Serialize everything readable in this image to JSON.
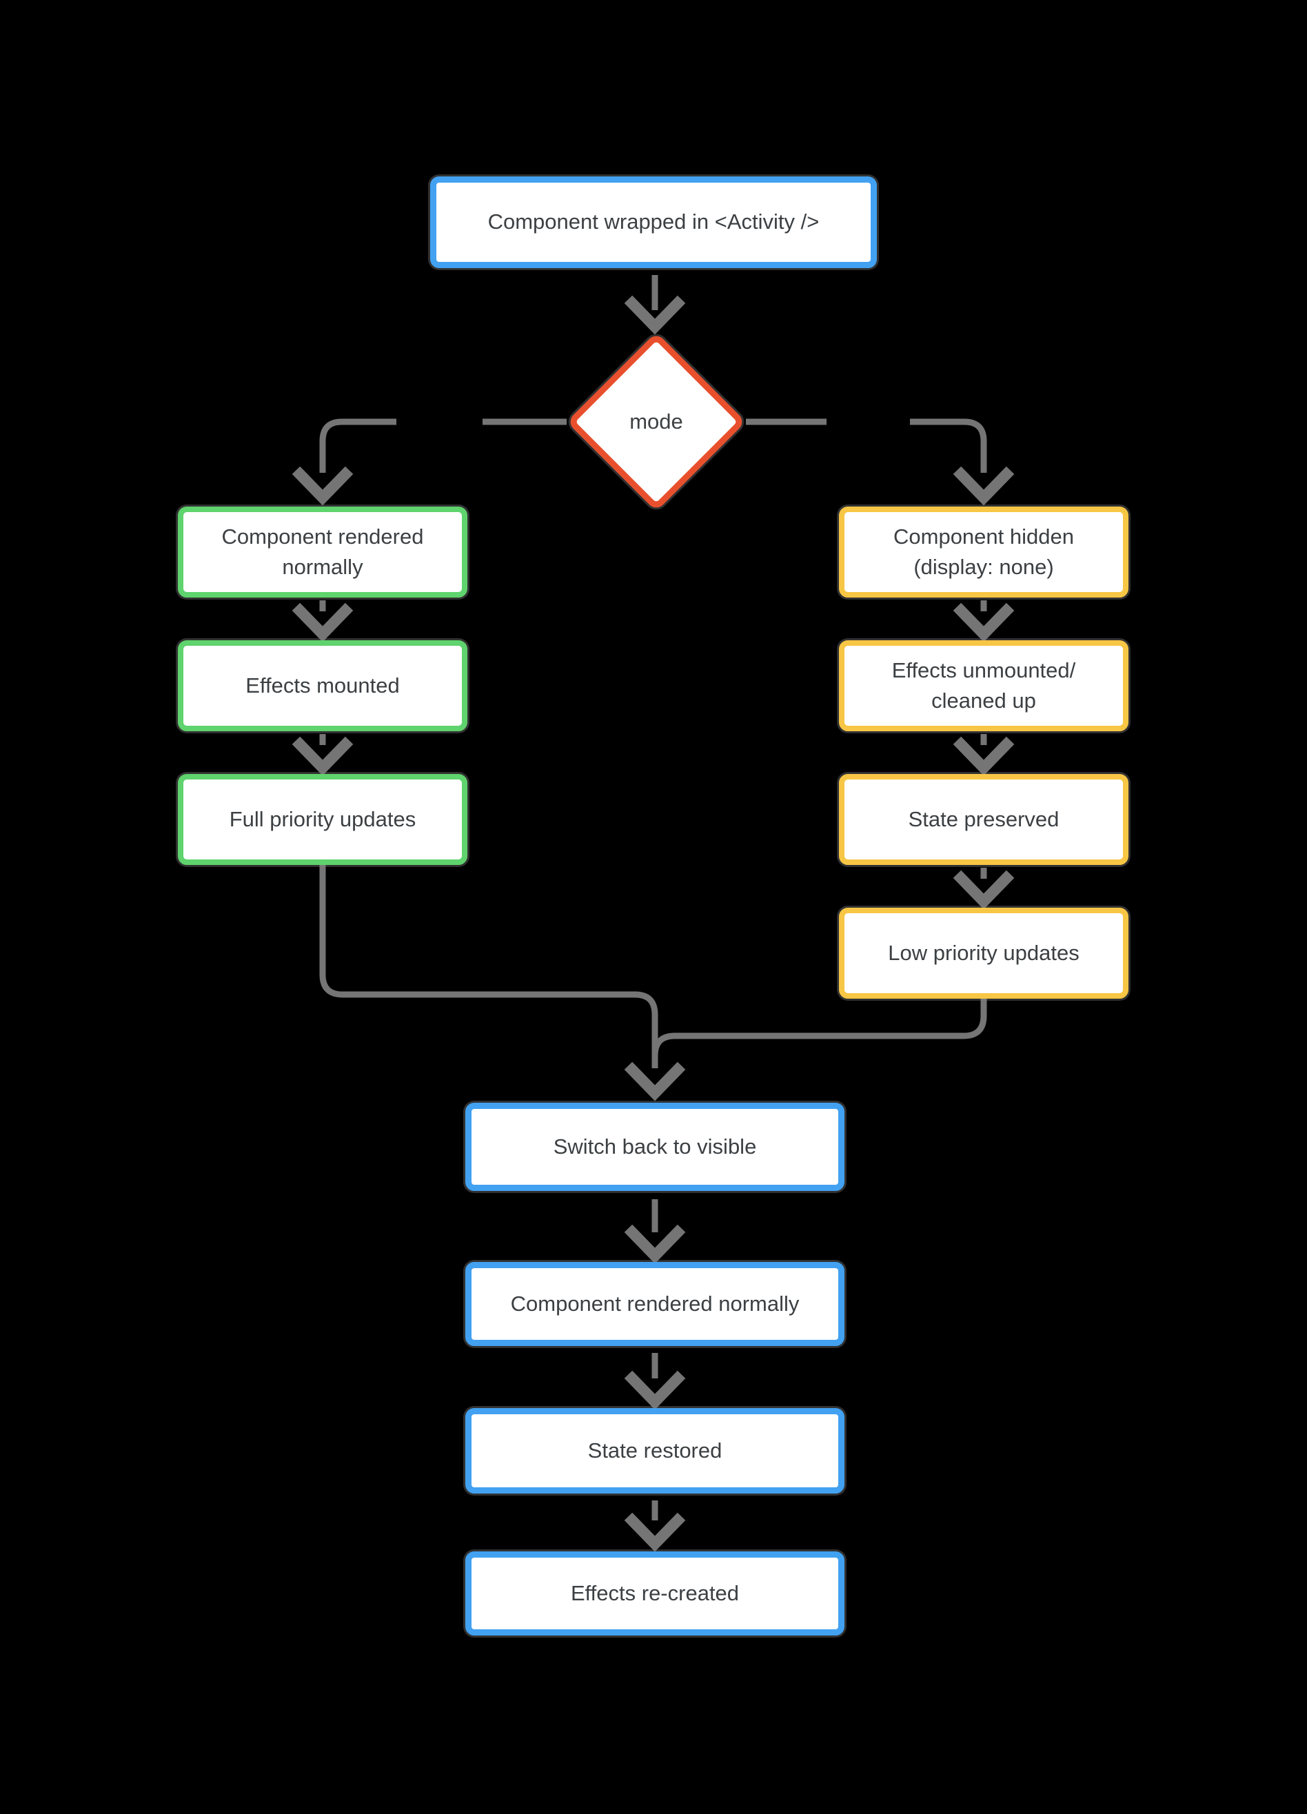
{
  "colors": {
    "bg": "#000000",
    "node-bg": "#ffffff",
    "text": "#3c4043",
    "edge": "#757575",
    "blue": "#42a1f1",
    "green": "#5fd36d",
    "yellow": "#f8c645",
    "red": "#e8502d",
    "halo": "rgba(128,128,128,0.38)"
  },
  "nodes": {
    "start": {
      "label": "Component wrapped in <Activity />"
    },
    "mode": {
      "label": "mode"
    },
    "visible1": {
      "label": "Component rendered normally"
    },
    "visible2": {
      "label": "Effects mounted"
    },
    "visible3": {
      "label": "Full priority updates"
    },
    "hidden1": {
      "label": "Component hidden (display: none)"
    },
    "hidden2": {
      "label": "Effects unmounted/ cleaned up"
    },
    "hidden3": {
      "label": "State preserved"
    },
    "hidden4": {
      "label": "Low priority updates"
    },
    "switch": {
      "label": "Switch back to visible"
    },
    "rendered": {
      "label": "Component rendered normally"
    },
    "restored": {
      "label": "State restored"
    },
    "recreated": {
      "label": "Effects re-created"
    }
  }
}
